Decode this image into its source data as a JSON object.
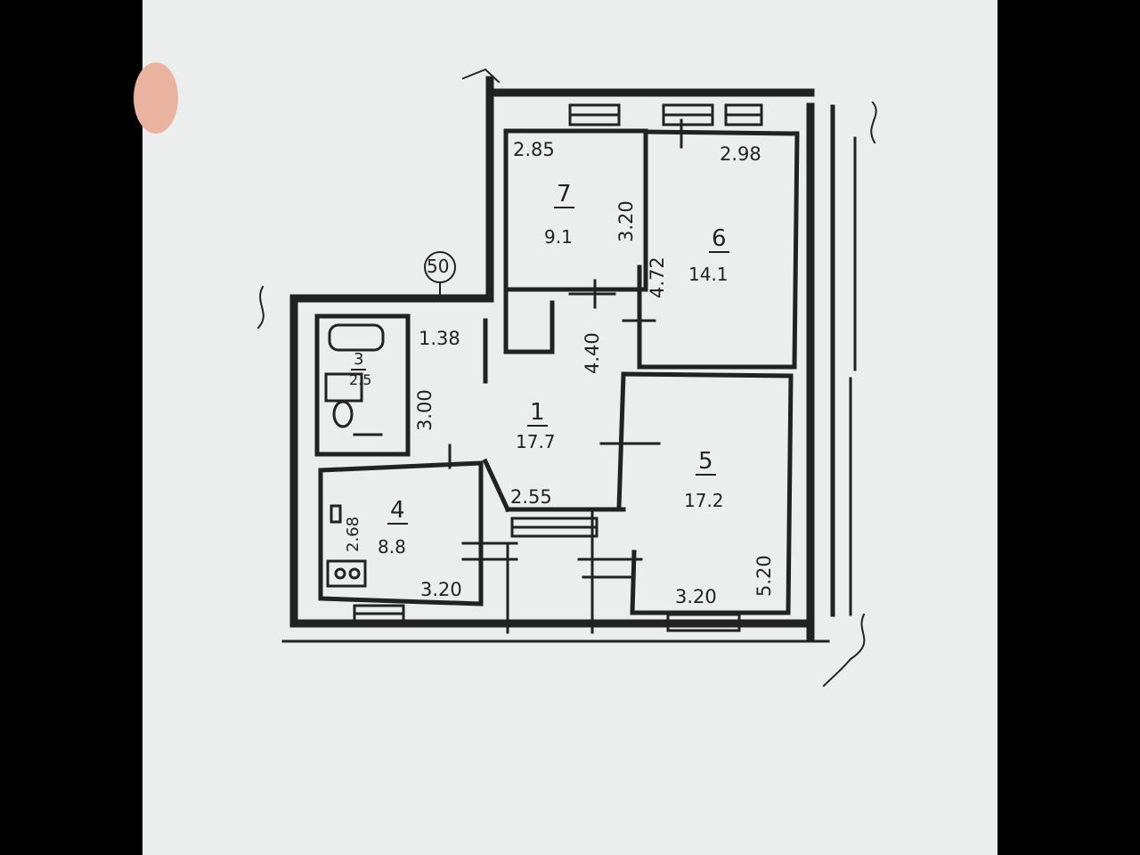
{
  "stair_marker": "50",
  "rooms": [
    {
      "number": "1",
      "area": "17.7"
    },
    {
      "number": "3",
      "area": "2.5"
    },
    {
      "number": "4",
      "area": "8.8"
    },
    {
      "number": "5",
      "area": "17.2"
    },
    {
      "number": "6",
      "area": "14.1"
    },
    {
      "number": "7",
      "area": "9.1"
    }
  ],
  "dimensions": {
    "room7_width": "2.85",
    "room7_length": "3.20",
    "room6_width": "2.98",
    "room6_length": "4.72",
    "bath_width": "1.38",
    "bath_length": "3.00",
    "hall_length": "4.40",
    "hall_width": "2.55",
    "room4_length": "2.68",
    "room4_width": "3.20",
    "room5_width": "3.20",
    "room5_length": "5.20"
  },
  "colors": {
    "paper": "#eceeee",
    "ink": "#222222",
    "frame": "#000000"
  }
}
